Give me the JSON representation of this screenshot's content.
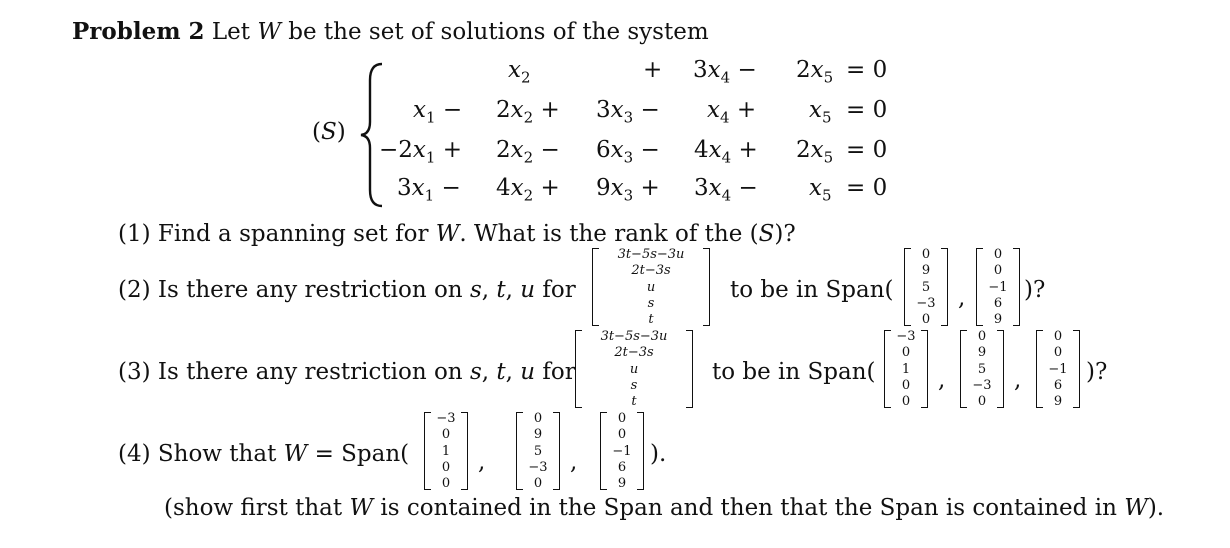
{
  "problem": {
    "label": "Problem 2",
    "intro": "Let W be the set of solutions of the system"
  },
  "system": {
    "name": "(S)",
    "rows": [
      [
        "",
        "",
        "x2",
        "",
        "",
        "+",
        "3x4 −",
        "2x5",
        "= 0"
      ],
      [
        "x1 −",
        "2x2 +",
        "3x3 −",
        "x4 +",
        "x5",
        "= 0"
      ],
      [
        "−2x1 +",
        "2x2 −",
        "6x3 −",
        "4x4 +",
        "2x5",
        "= 0"
      ],
      [
        "3x1 −",
        "4x2 +",
        "9x3 +",
        "3x4 −",
        "x5",
        "= 0"
      ]
    ]
  },
  "questions": {
    "q1": "(1) Find a spanning set for W. What is the rank of the (S)?",
    "q2_pre": "(2) Is there any restriction on s, t, u for",
    "q2_post": "to be in Span(",
    "q2_end": ")?",
    "q3_pre": "(3) Is there any restriction on s, t, u for",
    "q3_post": "to be in Span(",
    "q3_end": ")?",
    "q4_pre": "(4) Show that W = Span(",
    "q4_end": ").",
    "q4_note": "(show first that W is contained in the Span and then that the Span is contained in W)."
  },
  "vectors": {
    "stu": [
      "3t−5s−3u",
      "2t−3s",
      "u",
      "s",
      "t"
    ],
    "v1": [
      "−3",
      "0",
      "1",
      "0",
      "0"
    ],
    "v2": [
      "0",
      "9",
      "5",
      "−3",
      "0"
    ],
    "v3": [
      "0",
      "0",
      "−1",
      "6",
      "9"
    ]
  },
  "separators": {
    "comma": ","
  }
}
